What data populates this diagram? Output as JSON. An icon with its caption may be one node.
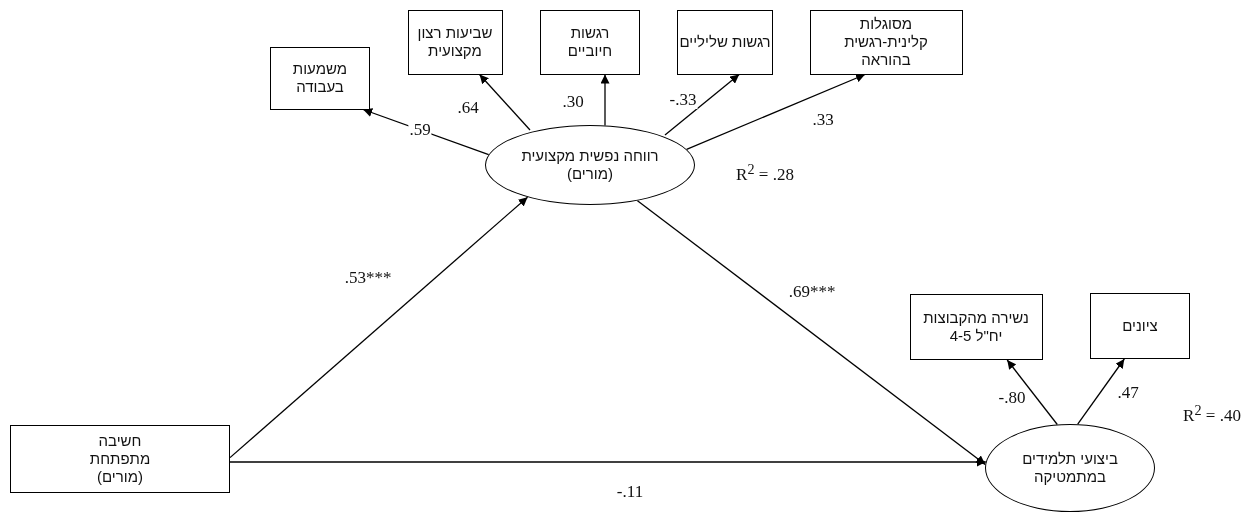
{
  "diagram": {
    "nodes": [
      {
        "text": [
          "משמעות בעבודה"
        ]
      },
      {
        "text": [
          "שביעות רצון מקצועית"
        ]
      },
      {
        "text": [
          "רגשות חיוביים"
        ]
      },
      {
        "text": [
          "רגשות שליליים"
        ]
      },
      {
        "text": [
          "מסוגלות קלינית-רגשית בהוראה"
        ]
      },
      {
        "text": [
          "רווחה נפשית מקצועית (מורים)"
        ]
      },
      {
        "text": [
          "חשיבה מתפתחת (מורים)"
        ]
      },
      {
        "text": [
          "נשירה מהקבוצות יח\"ל 4-5"
        ]
      },
      {
        "text": [
          "ציונים"
        ]
      },
      {
        "text": [
          "ביצועי תלמידים במתמטיקה"
        ]
      }
    ],
    "edges": [
      {
        "from": 5,
        "to": 0,
        "arrow": "to",
        "label": ".59"
      },
      {
        "from": 5,
        "to": 1,
        "arrow": "to",
        "label": ".64"
      },
      {
        "from": 5,
        "to": 2,
        "arrow": "to",
        "label": ".30"
      },
      {
        "from": 5,
        "to": 3,
        "arrow": "to",
        "label": "-.33"
      },
      {
        "from": 5,
        "to": 4,
        "arrow": "to",
        "label": ".33"
      },
      {
        "from": 6,
        "to": 5,
        "arrow": "to",
        "label": ".53***"
      },
      {
        "from": 5,
        "to": 9,
        "arrow": "to",
        "label": ".69***"
      },
      {
        "from": 6,
        "to": 9,
        "arrow": "to",
        "label": "-.11"
      },
      {
        "from": 9,
        "to": 7,
        "arrow": "to",
        "label": "-.80"
      },
      {
        "from": 9,
        "to": 8,
        "arrow": "to",
        "label": ".47"
      }
    ],
    "labels": [
      "R$^{2}$ = .28",
      "R$^{2}$ = .40"
    ]
  }
}
